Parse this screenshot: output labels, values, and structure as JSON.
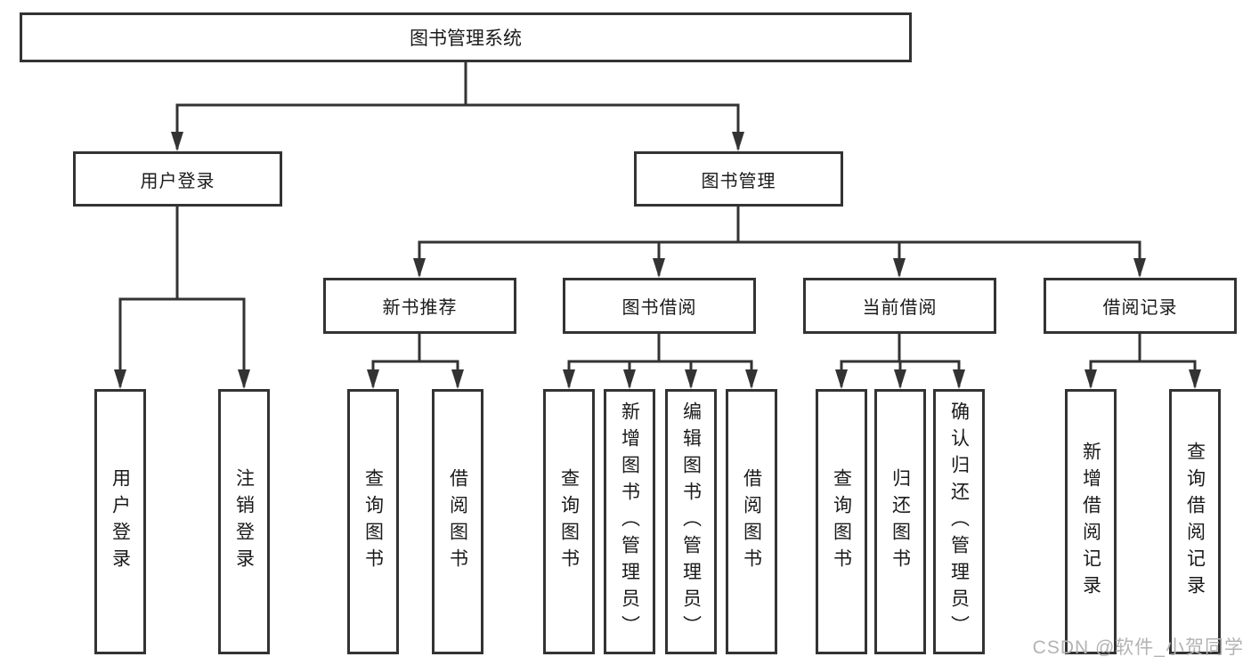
{
  "diagram": {
    "root": {
      "label": "图书管理系统"
    },
    "level2": [
      {
        "label": "用户登录"
      },
      {
        "label": "图书管理"
      }
    ],
    "level3": [
      {
        "label": "新书推荐"
      },
      {
        "label": "图书借阅"
      },
      {
        "label": "当前借阅"
      },
      {
        "label": "借阅记录"
      }
    ],
    "leaves": [
      {
        "label": "用户登录"
      },
      {
        "label": "注销登录"
      },
      {
        "label": "查询图书"
      },
      {
        "label": "借阅图书"
      },
      {
        "label": "查询图书"
      },
      {
        "label": "新增图书（管理员）"
      },
      {
        "label": "编辑图书（管理员）"
      },
      {
        "label": "借阅图书"
      },
      {
        "label": "查询图书"
      },
      {
        "label": "归还图书"
      },
      {
        "label": "确认归还（管理员）"
      },
      {
        "label": "新增借阅记录"
      },
      {
        "label": "查询借阅记录"
      }
    ]
  },
  "watermark": {
    "text": "CSDN @软件_小贺同学"
  },
  "colors": {
    "line": "#333333",
    "box_border": "#333333",
    "text": "#1a1a1a",
    "background": "#ffffff",
    "watermark": "#b3b3b3"
  }
}
